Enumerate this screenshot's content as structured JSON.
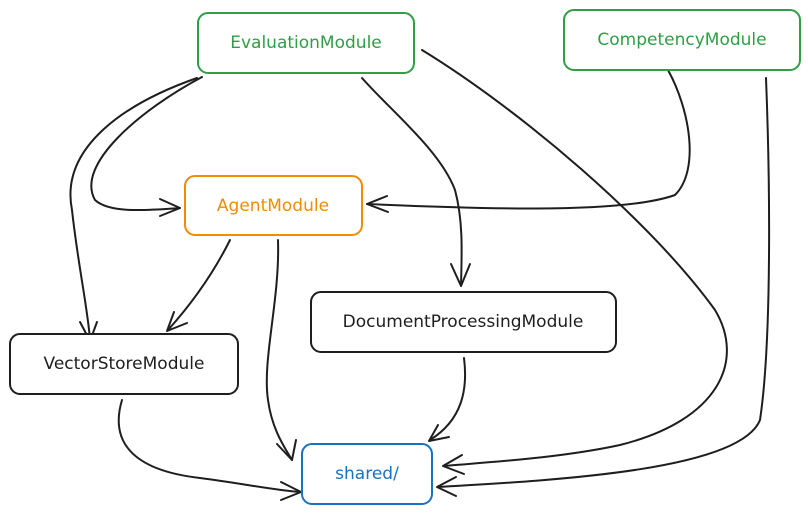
{
  "diagram": {
    "nodes": {
      "evaluation": {
        "label": "EvaluationModule",
        "color": "#2f9e44"
      },
      "competency": {
        "label": "CompetencyModule",
        "color": "#2f9e44"
      },
      "agent": {
        "label": "AgentModule",
        "color": "#f08c00"
      },
      "document": {
        "label": "DocumentProcessingModule",
        "color": "#1e1e1e"
      },
      "vector": {
        "label": "VectorStoreModule",
        "color": "#1e1e1e"
      },
      "shared": {
        "label": "shared/",
        "color": "#1971c2"
      }
    },
    "edges": [
      {
        "from": "EvaluationModule",
        "to": "AgentModule"
      },
      {
        "from": "EvaluationModule",
        "to": "VectorStoreModule"
      },
      {
        "from": "EvaluationModule",
        "to": "DocumentProcessingModule"
      },
      {
        "from": "EvaluationModule",
        "to": "shared/"
      },
      {
        "from": "CompetencyModule",
        "to": "AgentModule"
      },
      {
        "from": "CompetencyModule",
        "to": "shared/"
      },
      {
        "from": "AgentModule",
        "to": "VectorStoreModule"
      },
      {
        "from": "AgentModule",
        "to": "shared/"
      },
      {
        "from": "DocumentProcessingModule",
        "to": "shared/"
      },
      {
        "from": "VectorStoreModule",
        "to": "shared/"
      }
    ]
  }
}
